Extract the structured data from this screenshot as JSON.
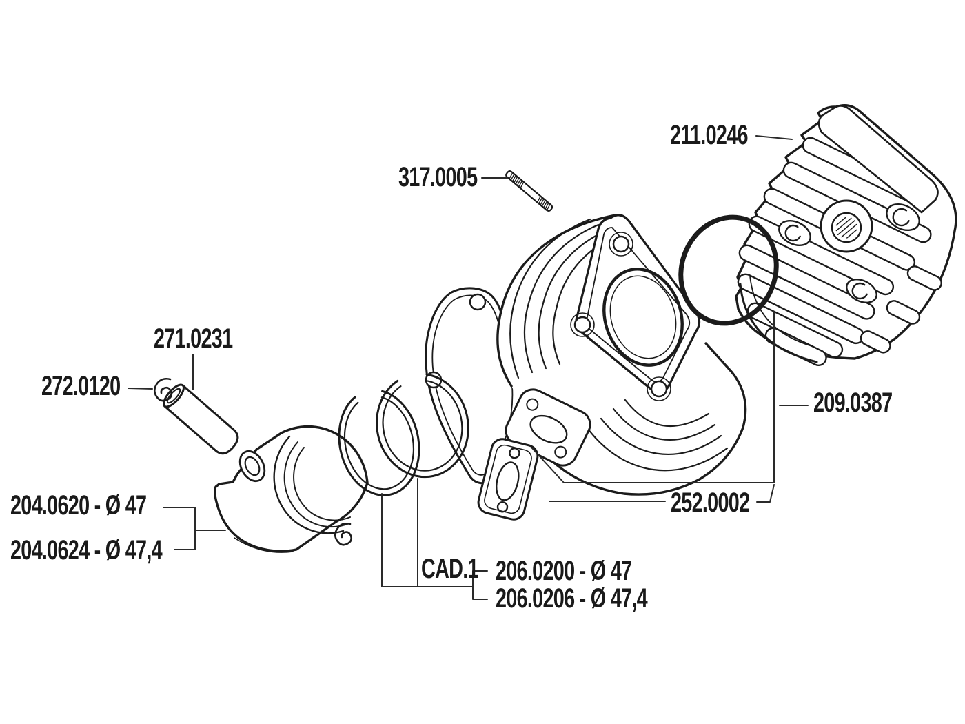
{
  "colors": {
    "background": "#ffffff",
    "ink": "#1b1b1b",
    "label_text": "#1a1a1a",
    "leader_line": "#2a2a2a"
  },
  "diagram": {
    "kind": "exploded-parts-line-drawing",
    "subject": "cylinder kit (cylinder, head, piston, rings, pin, gaskets)",
    "parts": [
      {
        "id": "cylinder-head",
        "label": "211.0246"
      },
      {
        "id": "head-o-ring-gasket",
        "label": "209.0387"
      },
      {
        "id": "cylinder-stud",
        "label": "317.0005"
      },
      {
        "id": "piston-pin",
        "label": "271.0231"
      },
      {
        "id": "piston-pin-circlip",
        "label": "272.0120"
      },
      {
        "id": "piston-diameter-47",
        "label": "204.0620 - Ø 47"
      },
      {
        "id": "piston-diameter-47-4",
        "label": "204.0624 - Ø 47,4"
      },
      {
        "id": "piston-ring-set-group",
        "label": "CAD.1"
      },
      {
        "id": "piston-ring-set-47",
        "label": "206.0200 - Ø 47"
      },
      {
        "id": "piston-ring-set-47-4",
        "label": "206.0206 - Ø 47,4"
      },
      {
        "id": "exhaust-gasket",
        "label": "252.0002"
      }
    ]
  }
}
